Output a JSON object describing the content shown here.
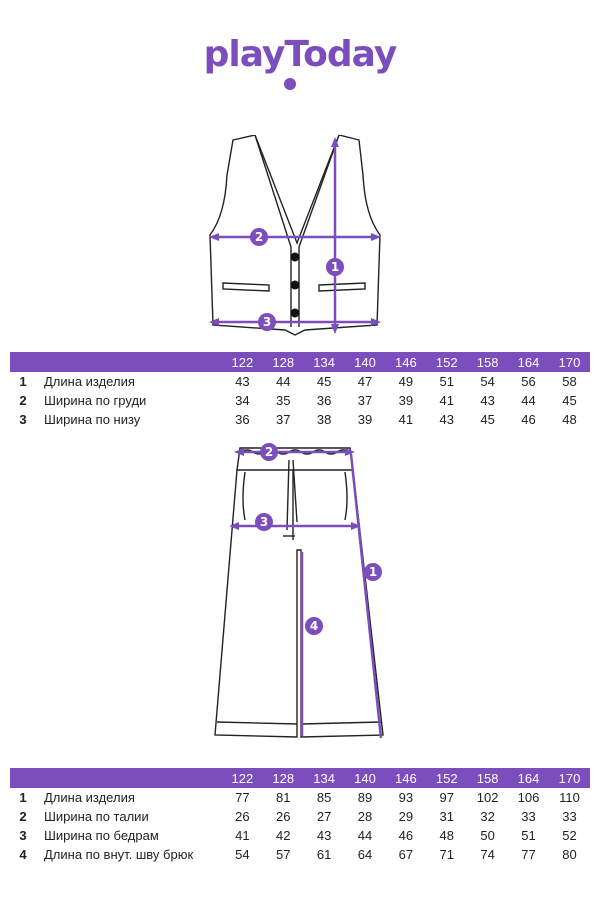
{
  "brand": {
    "logo_text": "playToday",
    "accent_color": "#7c4dbd"
  },
  "vest": {
    "markers": [
      "1",
      "2",
      "3"
    ],
    "table": {
      "sizes": [
        "122",
        "128",
        "134",
        "140",
        "146",
        "152",
        "158",
        "164",
        "170"
      ],
      "rows": [
        {
          "num": "1",
          "label": "Длина изделия",
          "values": [
            "43",
            "44",
            "45",
            "47",
            "49",
            "51",
            "54",
            "56",
            "58"
          ]
        },
        {
          "num": "2",
          "label": "Ширина по груди",
          "values": [
            "34",
            "35",
            "36",
            "37",
            "39",
            "41",
            "43",
            "44",
            "45"
          ]
        },
        {
          "num": "3",
          "label": "Ширина по низу",
          "values": [
            "36",
            "37",
            "38",
            "39",
            "41",
            "43",
            "45",
            "46",
            "48"
          ]
        }
      ]
    }
  },
  "pants": {
    "markers": [
      "1",
      "2",
      "3",
      "4"
    ],
    "table": {
      "sizes": [
        "122",
        "128",
        "134",
        "140",
        "146",
        "152",
        "158",
        "164",
        "170"
      ],
      "rows": [
        {
          "num": "1",
          "label": "Длина изделия",
          "values": [
            "77",
            "81",
            "85",
            "89",
            "93",
            "97",
            "102",
            "106",
            "110"
          ]
        },
        {
          "num": "2",
          "label": "Ширина по талии",
          "values": [
            "26",
            "26",
            "27",
            "28",
            "29",
            "31",
            "32",
            "33",
            "33"
          ]
        },
        {
          "num": "3",
          "label": "Ширина по бедрам",
          "values": [
            "41",
            "42",
            "43",
            "44",
            "46",
            "48",
            "50",
            "51",
            "52"
          ]
        },
        {
          "num": "4",
          "label": "Длина по внут. шву брюк",
          "values": [
            "54",
            "57",
            "61",
            "64",
            "67",
            "71",
            "74",
            "77",
            "80"
          ]
        }
      ]
    }
  }
}
